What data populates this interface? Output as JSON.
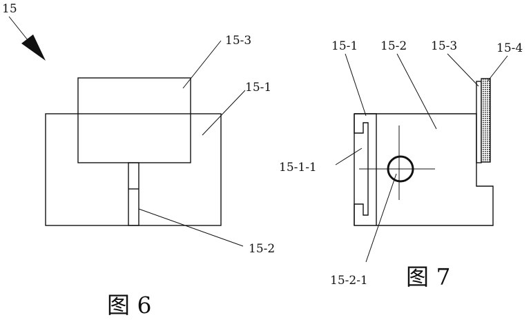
{
  "figure6": {
    "arrow_label": "15",
    "labels": {
      "top_box": "15-3",
      "base": "15-1",
      "post": "15-2"
    },
    "caption": "图 6"
  },
  "figure7": {
    "labels": {
      "rail": "15-1",
      "body": "15-2",
      "plate": "15-3",
      "pad": "15-4",
      "slot": "15-1-1",
      "hole": "15-2-1"
    },
    "caption": "图 7"
  }
}
